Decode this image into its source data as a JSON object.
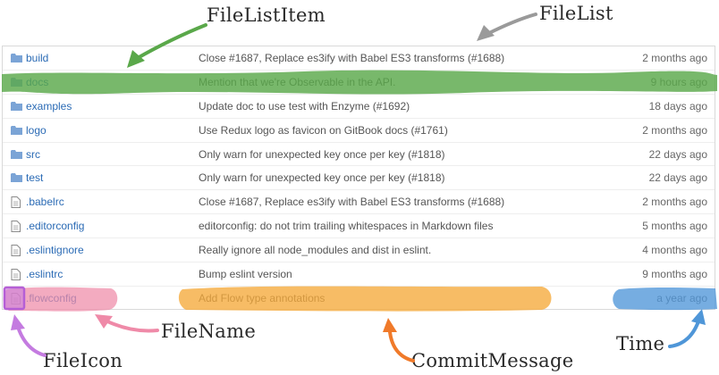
{
  "labels": {
    "file_list_item": "FileListItem",
    "file_list": "FileList",
    "file_name": "FileName",
    "file_icon": "FileIcon",
    "commit_message": "CommitMessage",
    "time": "Time"
  },
  "files": [
    {
      "name": "build",
      "type": "folder",
      "message": "Close #1687, Replace es3ify with Babel ES3 transforms (#1688)",
      "time": "2 months ago"
    },
    {
      "name": "docs",
      "type": "folder",
      "message": "Mention that we're Observable in the API.",
      "time": "9 hours ago"
    },
    {
      "name": "examples",
      "type": "folder",
      "message": "Update doc to use test with Enzyme (#1692)",
      "time": "18 days ago"
    },
    {
      "name": "logo",
      "type": "folder",
      "message": "Use Redux logo as favicon on GitBook docs (#1761)",
      "time": "2 months ago"
    },
    {
      "name": "src",
      "type": "folder",
      "message": "Only warn for unexpected key once per key (#1818)",
      "time": "22 days ago"
    },
    {
      "name": "test",
      "type": "folder",
      "message": "Only warn for unexpected key once per key (#1818)",
      "time": "22 days ago"
    },
    {
      "name": ".babelrc",
      "type": "file",
      "message": "Close #1687, Replace es3ify with Babel ES3 transforms (#1688)",
      "time": "2 months ago"
    },
    {
      "name": ".editorconfig",
      "type": "file",
      "message": "editorconfig: do not trim trailing whitespaces in Markdown files",
      "time": "5 months ago"
    },
    {
      "name": ".eslintignore",
      "type": "file",
      "message": "Really ignore all node_modules and dist in eslint.",
      "time": "4 months ago"
    },
    {
      "name": ".eslintrc",
      "type": "file",
      "message": "Bump eslint version",
      "time": "9 months ago"
    },
    {
      "name": ".flowconfig",
      "type": "file",
      "message": "Add Flow type annotations",
      "time": "a year ago"
    }
  ],
  "colors": {
    "file_list_item_highlight": "#5aa84a",
    "file_list_arrow": "#9a9a9a",
    "file_name_highlight": "#ef8aa8",
    "file_icon_highlight": "#c47be0",
    "commit_message_highlight": "#f5a93a",
    "commit_message_arrow": "#f07a2a",
    "time_highlight": "#4f96d8",
    "link": "#2b6bb5"
  }
}
